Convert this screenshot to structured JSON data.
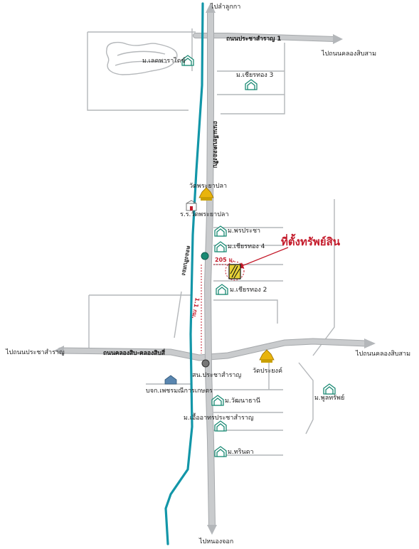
{
  "colors": {
    "road": "#c9cbcd",
    "road_edge": "#a6a9ac",
    "minor_road": "#b4b7ba",
    "canal": "#1296a8",
    "accent": "#c41a2a",
    "icon_green": "#1a8a74",
    "temple_gold": "#e8b40d"
  },
  "destinations": {
    "north": "ไปลำลูกกา",
    "south": "ไปหนองจอก",
    "west": "ไปถนนประชาสำราญ",
    "east": "ไปถนนคลองสิบสาม",
    "northeast": "ไปถนนคลองสิบสาม"
  },
  "roads": {
    "prachasamran1": "ถนนประชาสำราญ 1",
    "main_nsroad": "ถนนเลียบคลองสิบ",
    "khlong_sip_road": "ถนนคลองสิบ-คลองสิบสี่"
  },
  "canal": {
    "name": "คลองสิบสอง"
  },
  "property": {
    "label": "ที่ตั้งทรัพย์สิน",
    "distance_main": "205 ม.",
    "distance_junction": "1.1 กม."
  },
  "landmarks": {
    "lake_pride": "ม.เลคพาราไดซ์",
    "chiangthong3": "ม.เชียรทอง 3",
    "wat_praya": "วัดพระยาปลา",
    "school_praya": "ร.ร.วัดพระยาปลา",
    "pornpracha": "ม.พรประชา",
    "chiangthong4": "ม.เชียรทอง 4",
    "chiangthong2": "ม.เชียรทอง 2",
    "wat_prayong": "วัดประยงค์",
    "police": "สน.ประชาสำราญ",
    "company": "บจก.เพชรมณีการเกษตร",
    "wattanathani": "ม.วัฒนาธานี",
    "uea_arthon": "ม.เอื้ออาทรประชาสำราญ",
    "tharinda": "ม.ทรินดา",
    "phunsap": "ม.พูลทรัพย์"
  }
}
